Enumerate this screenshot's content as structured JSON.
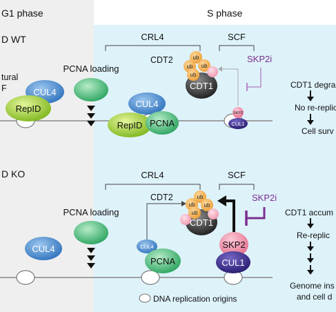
{
  "phases": {
    "g1": "G1 phase",
    "s": "S phase"
  },
  "rows": {
    "wt": "D WT",
    "ko": "D KO"
  },
  "left_partial": {
    "line1": "tural",
    "line2": "F"
  },
  "complexes": {
    "crl4": "CRL4",
    "scf": "SCF"
  },
  "pcna_loading": "PCNA loading",
  "wt": {
    "cdt2": "CDT2",
    "ub": [
      "ub",
      "ub",
      "ub",
      "ub"
    ],
    "cdt1": "CDT1",
    "skp2i": "SKP2i",
    "skp2_small": "SKP2",
    "cul1_small": "CUL1",
    "cul4": "CUL4",
    "repid_g1": "RepID",
    "cul4_s": "CUL4",
    "repid_s": "RepID",
    "pcna": "PCNA",
    "outcome": [
      "CDT1 degra",
      "No re-replic",
      "Cell surv"
    ]
  },
  "ko": {
    "cdt2": "CDT2",
    "ub": [
      "ub",
      "ub",
      "ub",
      "ub"
    ],
    "cdt1": "CDT1",
    "skp2i": "SKP2i",
    "cul4_g1": "CUL4",
    "cul4_small": "CUL4",
    "pcna": "PCNA",
    "skp2": "SKP2",
    "cul1": "CUL1",
    "outcome": [
      "CDT1 accum",
      "Re-replic",
      "Genome ins",
      "and cell d"
    ]
  },
  "legend": "DNA replication origins",
  "colors": {
    "g1_bg": "#efefef",
    "s_bg": "#def2fa",
    "skp2i": "#7b2f8e",
    "cul4": "#4a8dd0",
    "repid": "#9ccc28",
    "pcna": "#42b873",
    "cdt1": "#2e2e2e",
    "ub_orange": "#f2a742",
    "ub_pink": "#f2a6b8",
    "skp2": "#f08ea6",
    "cul1": "#3a2a88"
  }
}
